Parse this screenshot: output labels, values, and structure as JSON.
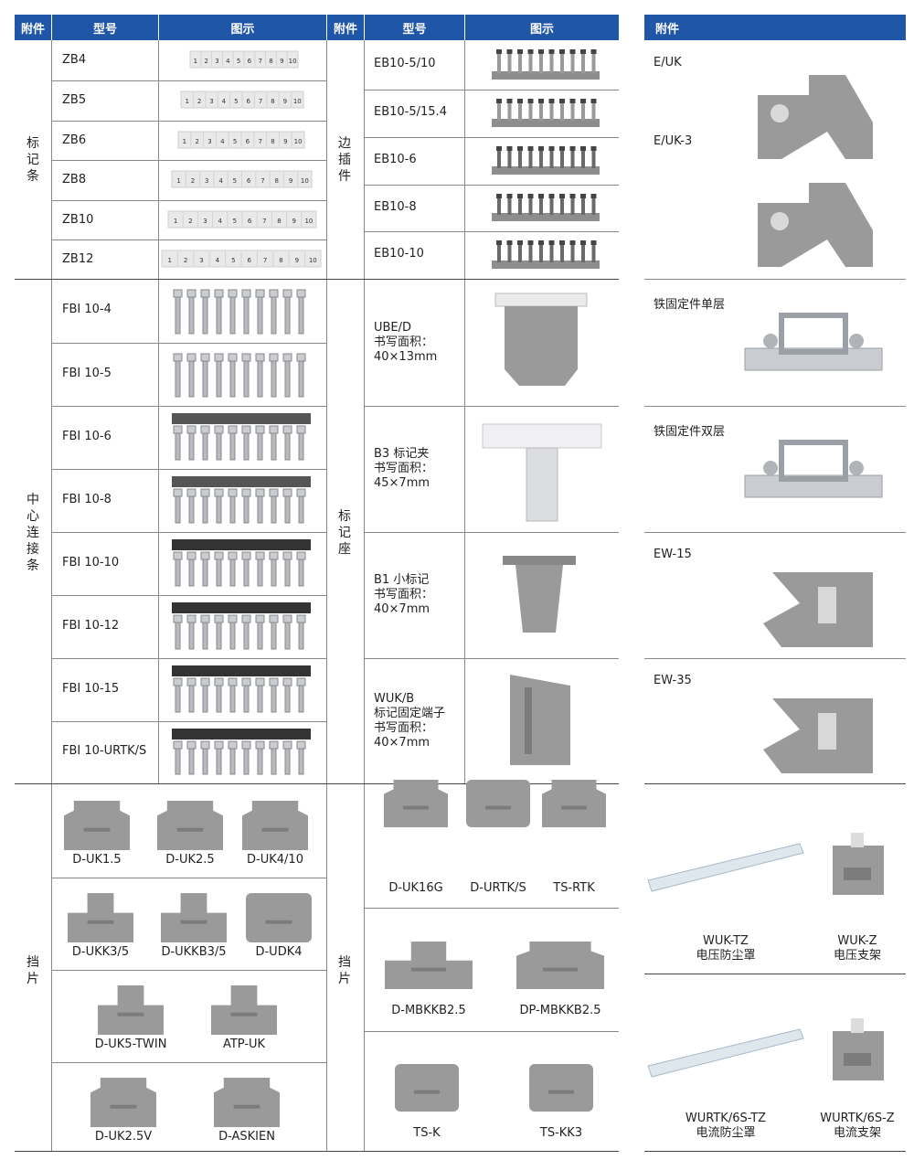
{
  "headers": {
    "accessory": "附件",
    "model": "型号",
    "figure": "图示",
    "accessory2": "附件",
    "model2": "型号",
    "figure2": "图示",
    "accessory3": "附件"
  },
  "categories": {
    "marking_strip": "标记条",
    "edge_plug": "边插件",
    "center_connector": "中心连接条",
    "marker_holder": "标记座",
    "end_plate_left": "挡片",
    "end_plate_mid": "挡片"
  },
  "zb": [
    "ZB4",
    "ZB5",
    "ZB6",
    "ZB8",
    "ZB10",
    "ZB12"
  ],
  "zb_numbers": [
    "1",
    "2",
    "3",
    "4",
    "5",
    "6",
    "7",
    "8",
    "9",
    "10"
  ],
  "eb": [
    "EB10-5/10",
    "EB10-5/15.4",
    "EB10-6",
    "EB10-8",
    "EB10-10"
  ],
  "fbi": [
    "FBI 10-4",
    "FBI 10-5",
    "FBI 10-6",
    "FBI 10-8",
    "FBI 10-10",
    "FBI 10-12",
    "FBI 10-15",
    "FBI 10-URTK/S"
  ],
  "markers": [
    {
      "lines": [
        "UBE/D",
        "书写面积：",
        "40×13mm"
      ]
    },
    {
      "lines": [
        "B3 标记夹",
        "书写面积：",
        "45×7mm"
      ]
    },
    {
      "lines": [
        "B1 小标记",
        "书写面积：",
        "40×7mm"
      ]
    },
    {
      "lines": [
        "WUK/B",
        "标记固定端子",
        "书写面积：",
        "40×7mm"
      ]
    }
  ],
  "right_items": [
    "E/UK",
    "E/UK-3",
    "铁固定件单层",
    "铁固定件双层",
    "EW-15",
    "EW-35"
  ],
  "end_left": {
    "row1": [
      "D-UK1.5",
      "D-UK2.5",
      "D-UK4/10"
    ],
    "row2": [
      "D-UKK3/5",
      "D-UKKB3/5",
      "D-UDK4"
    ],
    "row3": [
      "D-UK5-TWIN",
      "ATP-UK"
    ],
    "row4": [
      "D-UK2.5V",
      "D-ASKIEN"
    ]
  },
  "end_mid": {
    "row1": [
      "D-UK16G",
      "D-URTK/S",
      "TS-RTK"
    ],
    "row2": [
      "D-MBKKB2.5",
      "DP-MBKKB2.5"
    ],
    "row3": [
      "TS-K",
      "TS-KK3"
    ]
  },
  "covers": [
    {
      "name": "WUK-TZ",
      "desc": "电压防尘罩"
    },
    {
      "name": "WUK-Z",
      "desc": "电压支架"
    },
    {
      "name": "WURTK/6S-TZ",
      "desc": "电流防尘罩"
    },
    {
      "name": "WURTK/6S-Z",
      "desc": "电流支架"
    }
  ],
  "colors": {
    "header": "#1f56a8",
    "part_gray": "#9a9a9a",
    "part_dark": "#7c7c7c",
    "metal": "#c9ccd0"
  }
}
